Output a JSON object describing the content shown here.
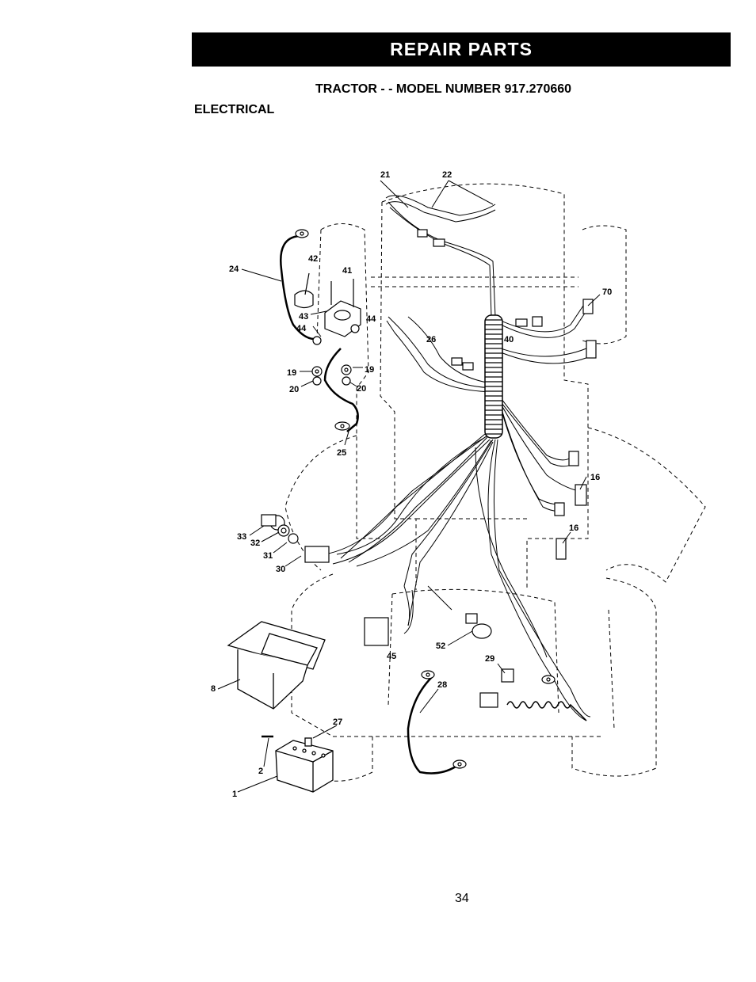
{
  "header": {
    "banner": "REPAIR PARTS",
    "title": "TRACTOR - - MODEL NUMBER 917.270660",
    "section": "ELECTRICAL"
  },
  "labels": {
    "p21": "21",
    "p22": "22",
    "p24": "24",
    "p42": "42",
    "p41": "41",
    "p43": "43",
    "p44a": "44",
    "p44b": "44",
    "p19a": "19",
    "p19b": "19",
    "p20a": "20",
    "p20b": "20",
    "p25": "25",
    "p26": "26",
    "p40": "40",
    "p70": "70",
    "p16a": "16",
    "p16b": "16",
    "p33": "33",
    "p32": "32",
    "p31": "31",
    "p30": "30",
    "p8": "8",
    "p45": "45",
    "p52": "52",
    "p29": "29",
    "p28": "28",
    "p27": "27",
    "p2": "2",
    "p1": "1"
  },
  "footer": {
    "page_number": "34"
  }
}
